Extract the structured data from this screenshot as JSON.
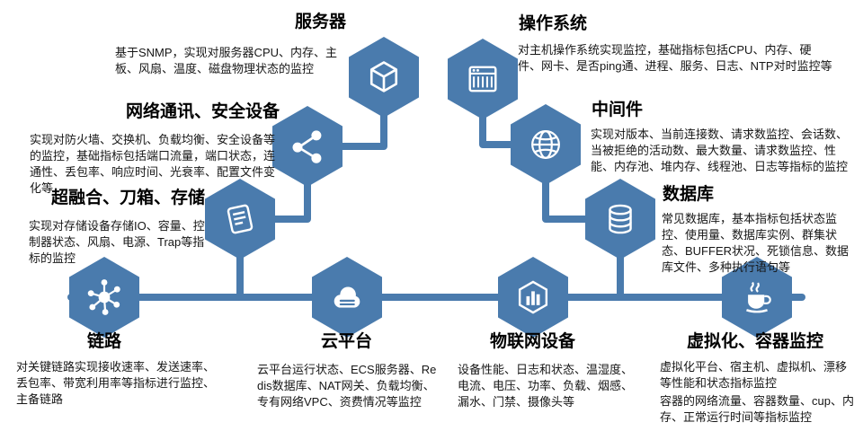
{
  "accent_color": "#4a7bad",
  "sections": {
    "server": {
      "title": "服务器",
      "desc": "基于SNMP，实现对服务器CPU、内存、主板、风扇、温度、磁盘物理状态的监控",
      "icon": "cube-icon"
    },
    "network_security": {
      "title": "网络通讯、安全设备",
      "desc": "实现对防火墙、交换机、负载均衡、安全设备等的监控，基础指标包括端口流量，端口状态，连通性、丢包率、响应时间、光衰率、配置文件变化等",
      "icon": "share-network-icon"
    },
    "hci_storage": {
      "title": "超融合、刀箱、存储",
      "desc": "实现对存储设备存储IO、容量、控制器状态、风扇、电源、Trap等指标的监控",
      "icon": "scroll-icon"
    },
    "os": {
      "title": "操作系统",
      "desc": "对主机操作系统实现监控，基础指标包括CPU、内存、硬件、网卡、是否ping通、进程、服务、日志、NTP对时监控等",
      "icon": "server-rack-icon"
    },
    "middleware": {
      "title": "中间件",
      "desc": "实现对版本、当前连接数、请求数监控、会话数、当被拒绝的活动数、最大数量、请求数监控、性能、内存池、堆内存、线程池、日志等指标的监控",
      "icon": "globe-icon"
    },
    "database": {
      "title": "数据库",
      "desc": "常见数据库，基本指标包括状态监控、使用量、数据库实例、群集状态、BUFFER状况、死锁信息、数据库文件、多种执行语句等",
      "icon": "database-icon"
    },
    "link": {
      "title": "链路",
      "desc": "对关键链路实现接收速率、发送速率、丢包率、带宽利用率等指标进行监控、主备链路",
      "icon": "hub-icon"
    },
    "cloud_platform": {
      "title": "云平台",
      "desc": "云平台运行状态、ECS服务器、Redis数据库、NAT网关、负载均衡、专有网络VPC、资费情况等监控",
      "icon": "cloud-icon"
    },
    "iot": {
      "title": "物联网设备",
      "desc": "设备性能、日志和状态、温湿度、电流、电压、功率、负载、烟感、漏水、门禁、摄像头等",
      "icon": "iot-hexagon-icon"
    },
    "virtualization": {
      "title": "虚拟化、容器监控",
      "desc": "虚拟化平台、宿主机、虚拟机、漂移等性能和状态指标监控",
      "desc2": "容器的网络流量、容器数量、cup、内存、正常运行时间等指标监控",
      "icon": "java-cup-icon"
    }
  }
}
